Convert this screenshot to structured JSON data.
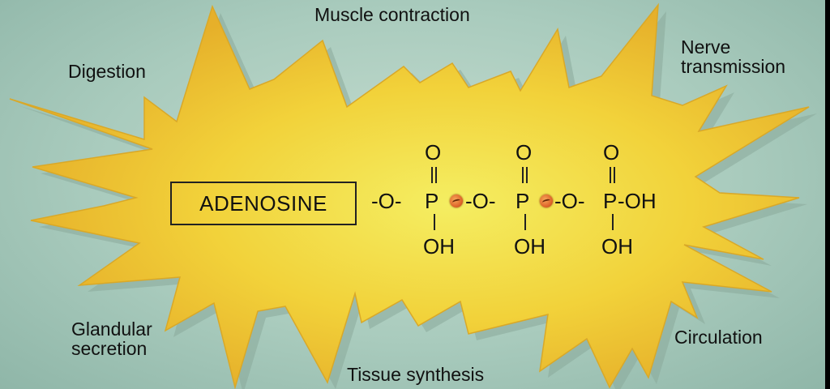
{
  "center": {
    "molecule_label": "ADENOSINE",
    "links": [
      "-O-",
      "-O-",
      "-O-"
    ],
    "phosphorus": [
      "P",
      "P",
      "P"
    ],
    "top_oxygen": [
      "O",
      "O",
      "O"
    ],
    "bottom_hydroxyl": [
      "OH",
      "OH",
      "OH"
    ],
    "terminal": "-OH"
  },
  "functions": {
    "top": "Muscle contraction",
    "top_left": "Digestion",
    "top_right_line1": "Nerve",
    "top_right_line2": "transmission",
    "bottom_left_line1": "Glandular",
    "bottom_left_line2": "secretion",
    "bottom": "Tissue synthesis",
    "bottom_right": "Circulation"
  },
  "colors": {
    "burst_fill": "#f2d23a",
    "burst_center": "#f4ec5a",
    "burst_edge": "#e8b62a",
    "high_energy_bond": "#e0672c",
    "background": "#b5d3c5"
  }
}
